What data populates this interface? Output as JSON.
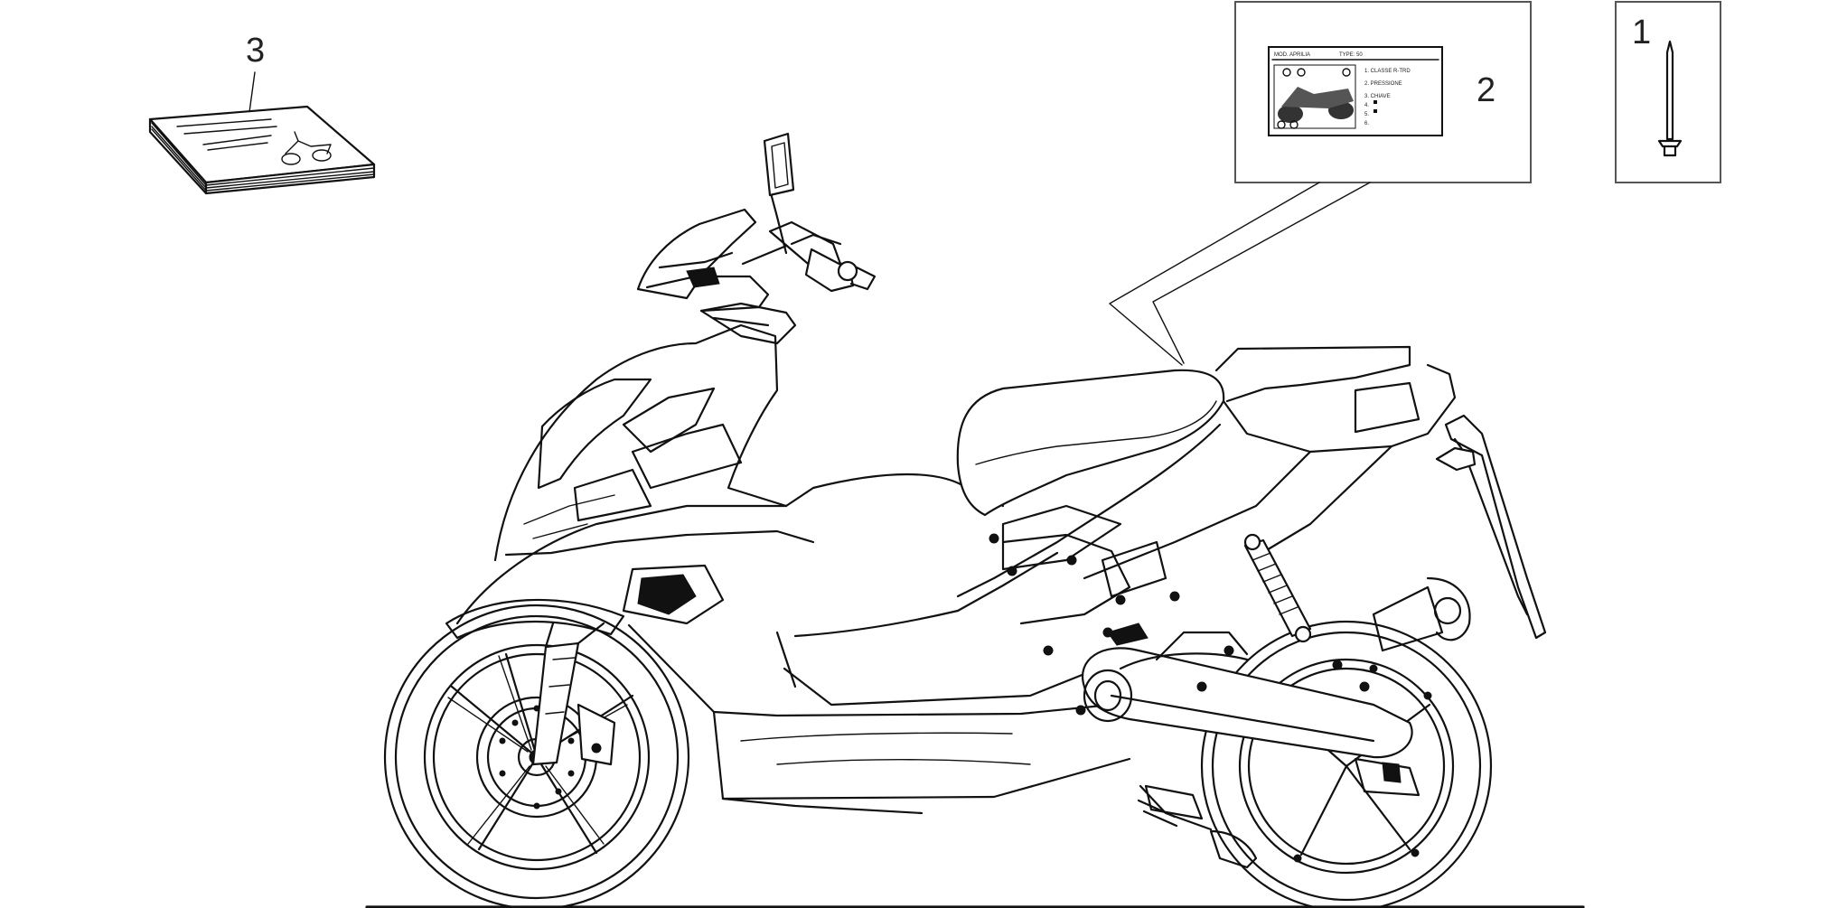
{
  "callouts": {
    "item1": "1",
    "item2": "2",
    "item3": "3"
  },
  "decal_label": {
    "header": [
      "MOD. APRILIA",
      "TYPE: 50"
    ],
    "lines": [
      "1. CLASSE R-TRD",
      "2. PRESSIONE",
      "3. CHIAVE",
      "4.",
      "5.",
      "6."
    ]
  },
  "colors": {
    "line": "#111111",
    "box_border": "#555555",
    "background": "#ffffff"
  },
  "icons": {
    "item1": "rivet-icon",
    "item2": "decal-label-icon",
    "item3": "owner-manual-icon"
  }
}
